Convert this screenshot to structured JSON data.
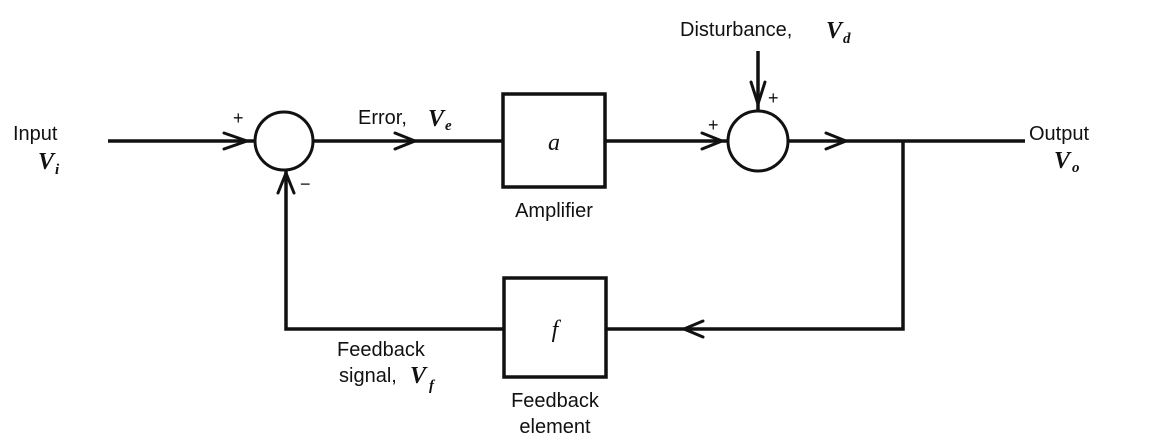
{
  "diagram": {
    "type": "feedback-control-block-diagram",
    "input": {
      "label": "Input",
      "symbol": "V",
      "subscript": "i"
    },
    "output": {
      "label": "Output",
      "symbol": "V",
      "subscript": "o"
    },
    "error": {
      "label": "Error,",
      "symbol": "V",
      "subscript": "e"
    },
    "disturbance": {
      "label": "Disturbance,",
      "symbol": "V",
      "subscript": "d"
    },
    "feedback_signal": {
      "label_line1": "Feedback",
      "label_line2": "signal,",
      "symbol": "V",
      "subscript": "f"
    },
    "amplifier": {
      "symbol": "a",
      "caption": "Amplifier"
    },
    "feedback_element": {
      "symbol": "f",
      "caption_line1": "Feedback",
      "caption_line2": "element"
    },
    "summing_junction_1": {
      "sign_input": "+",
      "sign_feedback": "−"
    },
    "summing_junction_2": {
      "sign_amplifier": "+",
      "sign_disturbance": "+"
    }
  }
}
